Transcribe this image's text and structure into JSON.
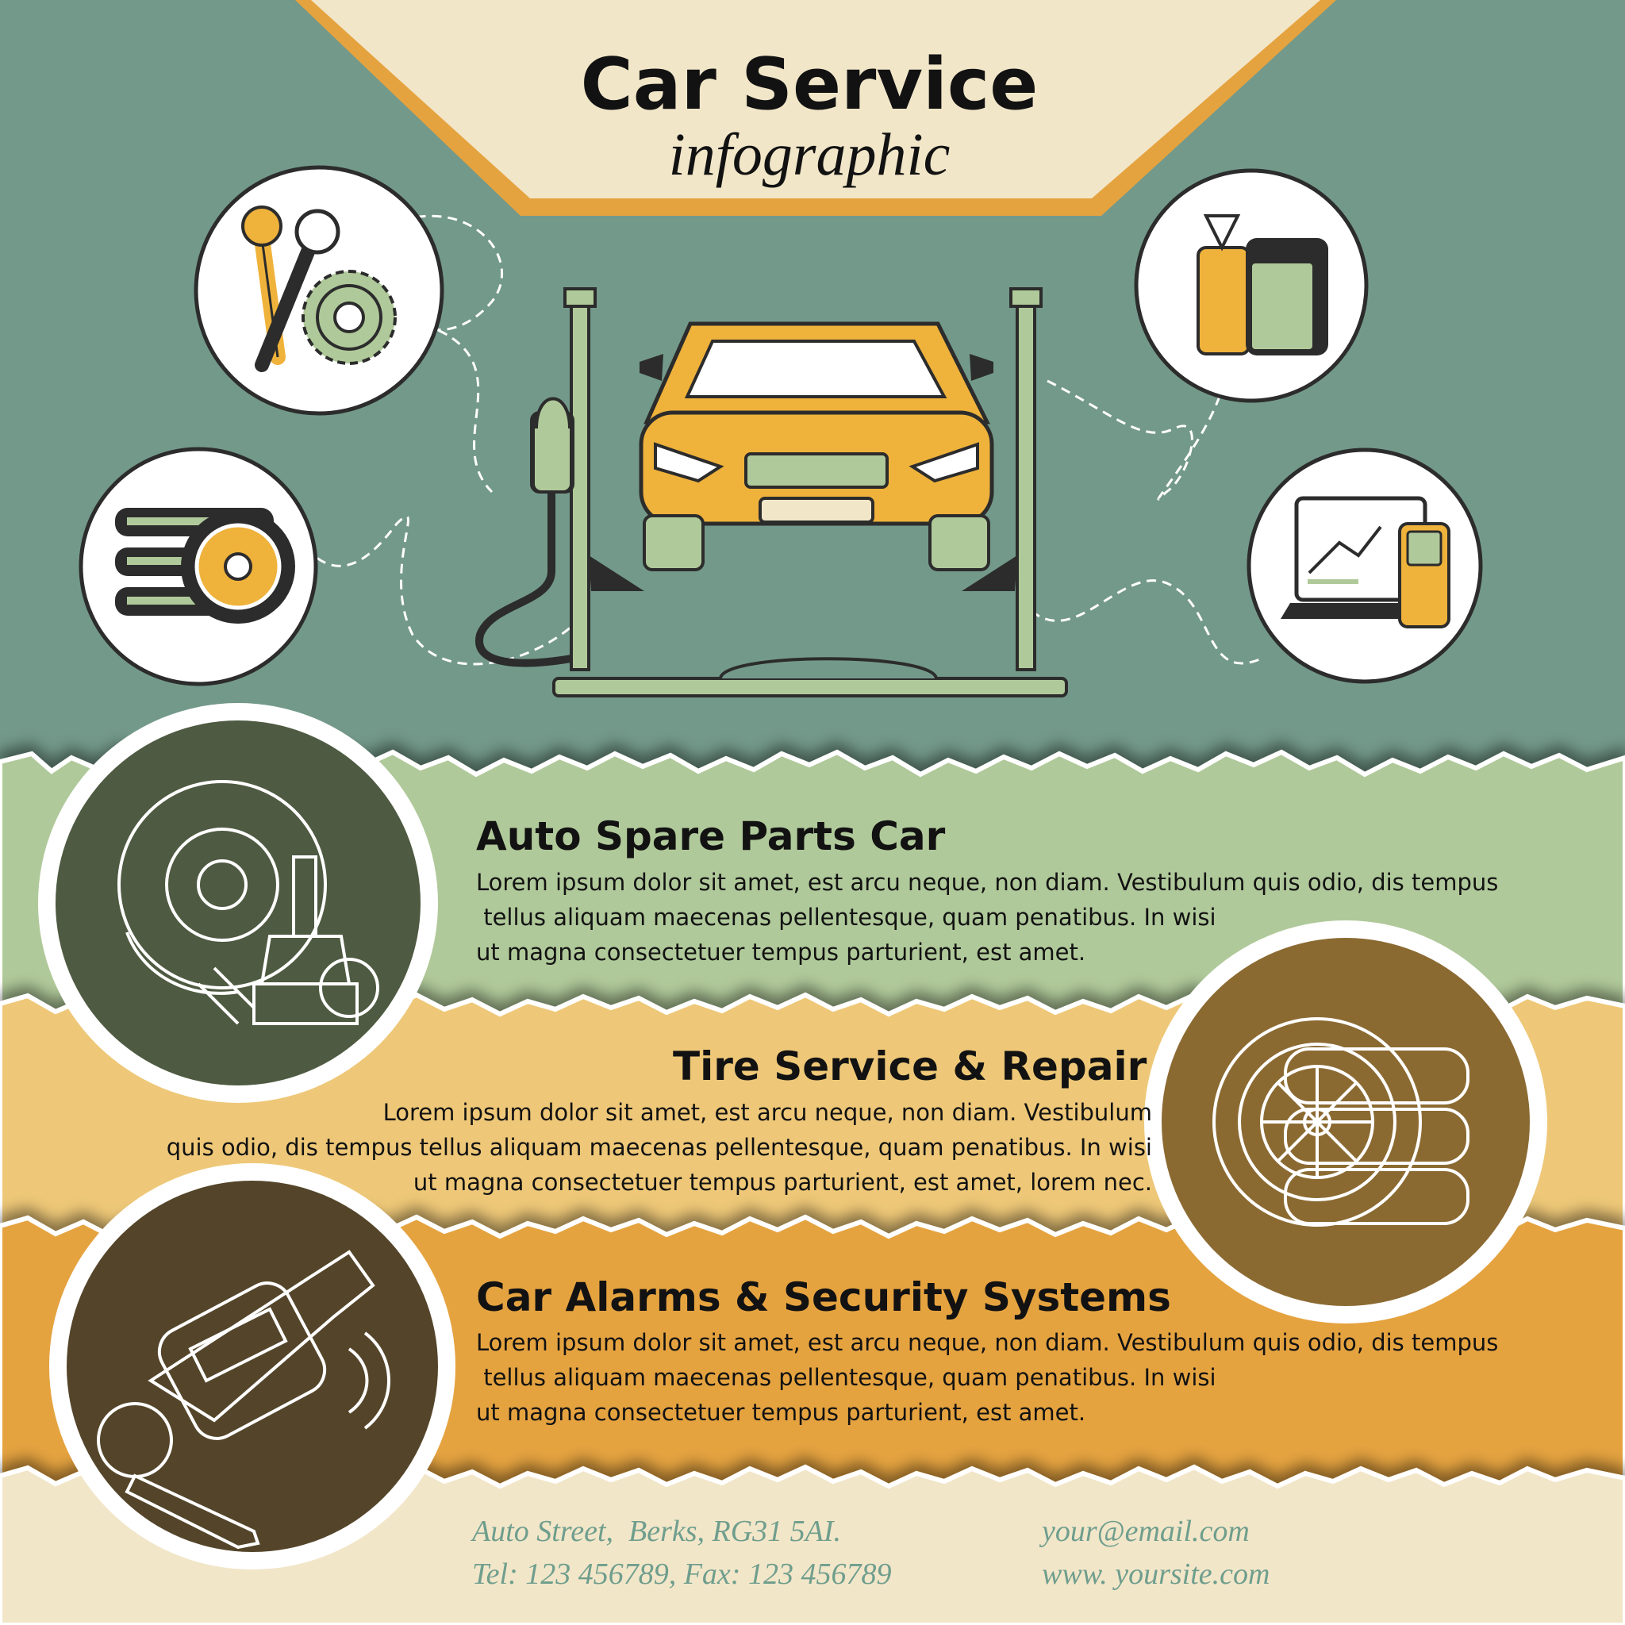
{
  "header": {
    "title": "Car Service",
    "subtitle": "infographic"
  },
  "sections": [
    {
      "title": "Auto Spare Parts Car",
      "body": [
        "Lorem ipsum dolor sit amet, est arcu neque, non diam. Vestibulum quis odio, dis tempus",
        " tellus aliquam maecenas pellentesque, quam penatibus. In wisi",
        "ut magna consectetuer tempus parturient, est amet."
      ]
    },
    {
      "title": "Tire Service & Repair",
      "body": [
        "Lorem ipsum dolor sit amet, est arcu neque, non diam. Vestibulum",
        "quis odio, dis tempus tellus aliquam maecenas pellentesque, quam penatibus. In wisi",
        "ut magna consectetuer tempus parturient, est amet, lorem nec."
      ]
    },
    {
      "title": "Car Alarms & Security Systems",
      "body": [
        "Lorem ipsum dolor sit amet, est arcu neque, non diam. Vestibulum quis odio, dis tempus",
        " tellus aliquam maecenas pellentesque, quam penatibus. In wisi",
        "ut magna consectetuer tempus parturient, est amet."
      ]
    }
  ],
  "footer": {
    "address": "Auto Street,  Berks, RG31 5AI.",
    "phone": "Tel: 123 456789, Fax: 123 456789",
    "email": "your@email.com",
    "website": "www. yoursite.com"
  },
  "icons": [
    "tools-gear-icon",
    "tire-stack-icon",
    "car-lift-icon",
    "oil-canister-icon",
    "diagnostic-laptop-icon",
    "brake-disc-spark-plug-icon",
    "tire-wheel-icon",
    "car-alarm-key-fob-icon"
  ],
  "colors": {
    "sage": "#73998a",
    "light_green": "#b0c99a",
    "sand": "#eec878",
    "amber": "#e5a33f",
    "cream": "#f2e6c9",
    "dark_olive": "#4e5a41",
    "brown": "#8b6a32",
    "dark_brown": "#54452a",
    "car_yellow": "#efb23b"
  }
}
